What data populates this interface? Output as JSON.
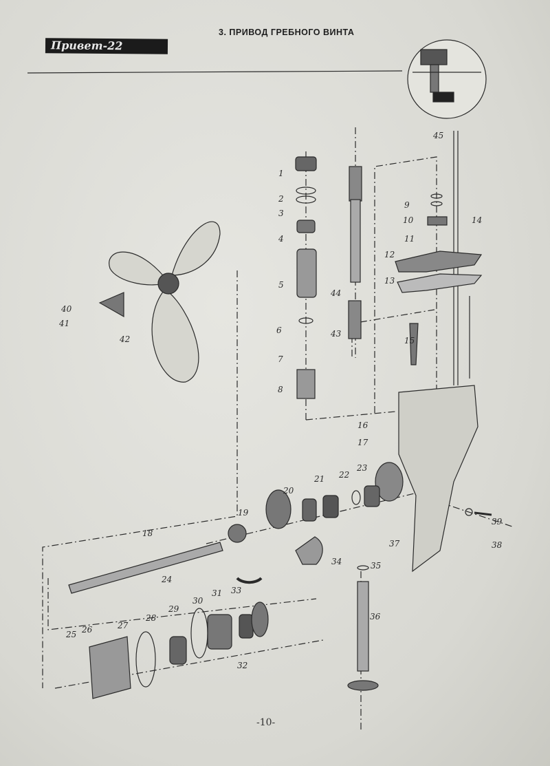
{
  "header": {
    "title": "3. ПРИВОД ГРЕБНОГО ВИНТА",
    "logo_text": "Привет-22"
  },
  "page_number": "-10-",
  "part_labels": [
    "1",
    "2",
    "3",
    "4",
    "5",
    "6",
    "7",
    "8",
    "9",
    "10",
    "11",
    "12",
    "13",
    "14",
    "15",
    "16",
    "17",
    "18",
    "19",
    "20",
    "21",
    "22",
    "23",
    "24",
    "25",
    "26",
    "27",
    "28",
    "29",
    "30",
    "31",
    "32",
    "33",
    "34",
    "35",
    "36",
    "37",
    "38",
    "39",
    "40",
    "41",
    "42",
    "43",
    "44",
    "45"
  ],
  "colors": {
    "paper": "#dcdcd6",
    "ink": "#2a2a2a"
  }
}
